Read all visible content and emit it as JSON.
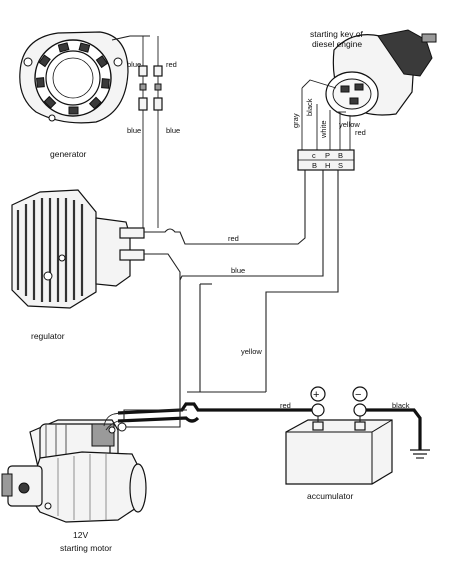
{
  "labels": {
    "generator": "generator",
    "regulator": "regulator",
    "starting_key_line1": "starting key of",
    "starting_key_line2": "diesel engine",
    "accumulator": "accumulator",
    "starting_motor_voltage": "12V",
    "starting_motor": "starting motor",
    "plus_sign": "+",
    "minus_sign": "−"
  },
  "wires": {
    "blue_top_left": "blue",
    "red_top_right": "red",
    "blue_lower_left": "blue",
    "blue_lower_right": "blue",
    "red_regulator": "red",
    "blue_mid": "blue",
    "yellow_mid": "yellow",
    "gray_key": "gray",
    "black_key": "black",
    "white_key": "white",
    "yellow_key": "yellow",
    "red_key": "red",
    "red_battery": "red",
    "black_battery": "black"
  },
  "terminal_marks": {
    "col1": "B",
    "col2": "H",
    "col3": "S",
    "row1_1": "c",
    "row1_2": "P",
    "row1_3": "B"
  },
  "colors": {
    "line": "#222222",
    "background": "#ffffff"
  }
}
